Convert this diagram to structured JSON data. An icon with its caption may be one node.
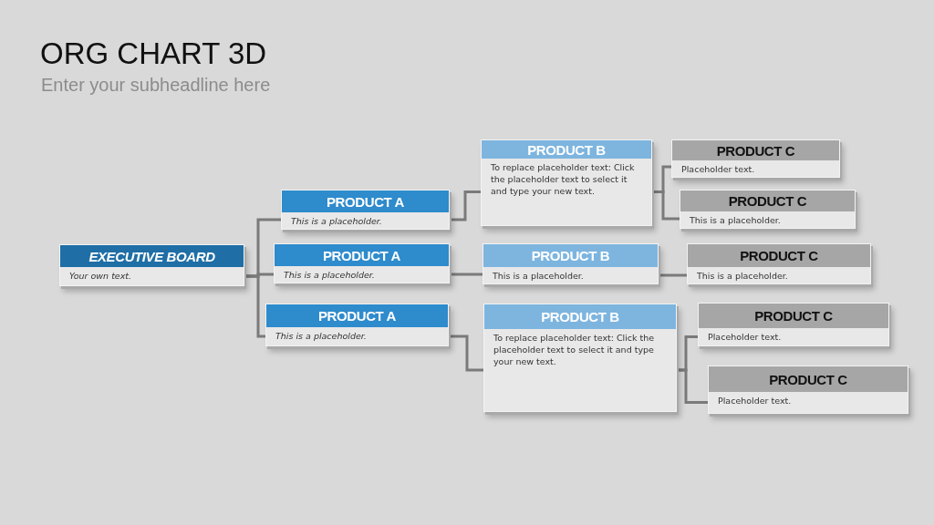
{
  "diagram": {
    "title": "ORG CHART 3D",
    "caption": "Enter your subheadline here",
    "nodes": [
      {
        "text": [
          "EXECUTIVE BOARD",
          "Your own text."
        ]
      },
      {
        "text": [
          "PRODUCT A",
          "This is a placeholder."
        ]
      },
      {
        "text": [
          "PRODUCT A",
          "This is a placeholder."
        ]
      },
      {
        "text": [
          "PRODUCT A",
          "This is a placeholder."
        ]
      },
      {
        "text": [
          "PRODUCT B",
          "To replace placeholder text: Click the placeholder text to select it and type your new text."
        ]
      },
      {
        "text": [
          "PRODUCT B",
          "This is a placeholder."
        ]
      },
      {
        "text": [
          "PRODUCT B",
          "To replace placeholder text: Click the placeholder text to select it and type your new text."
        ]
      },
      {
        "text": [
          "PRODUCT C",
          "Placeholder text."
        ]
      },
      {
        "text": [
          "PRODUCT C",
          "This is a placeholder."
        ]
      },
      {
        "text": [
          "PRODUCT C",
          "This is a placeholder."
        ]
      },
      {
        "text": [
          "PRODUCT C",
          "Placeholder text."
        ]
      },
      {
        "text": [
          "PRODUCT C",
          "Placeholder text."
        ]
      }
    ],
    "edges": [
      {
        "from": 0,
        "to": 1,
        "arrow": "none"
      },
      {
        "from": 0,
        "to": 2,
        "arrow": "none"
      },
      {
        "from": 0,
        "to": 3,
        "arrow": "none"
      },
      {
        "from": 1,
        "to": 4,
        "arrow": "none"
      },
      {
        "from": 2,
        "to": 5,
        "arrow": "none"
      },
      {
        "from": 3,
        "to": 6,
        "arrow": "none"
      },
      {
        "from": 4,
        "to": 7,
        "arrow": "none"
      },
      {
        "from": 4,
        "to": 8,
        "arrow": "none"
      },
      {
        "from": 5,
        "to": 9,
        "arrow": "none"
      },
      {
        "from": 6,
        "to": 10,
        "arrow": "none"
      },
      {
        "from": 6,
        "to": 11,
        "arrow": "none"
      }
    ]
  }
}
